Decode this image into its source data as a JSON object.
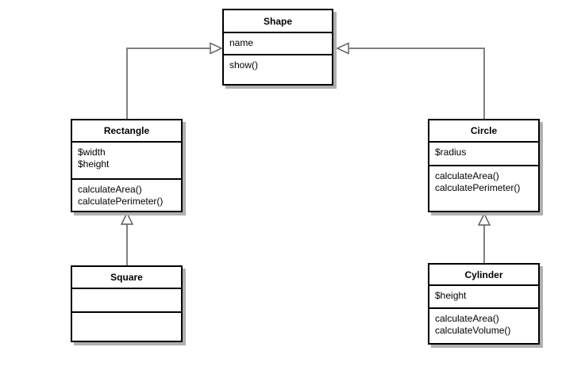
{
  "diagram": {
    "type": "uml-class-diagram",
    "colors": {
      "box_border": "#000000",
      "box_fill": "#ffffff",
      "shadow": "#b0b0b0",
      "connector_line": "#808080",
      "arrowhead_stroke": "#595959",
      "arrowhead_fill": "#ffffff",
      "text": "#000000",
      "background": "#ffffff"
    },
    "classes": [
      {
        "title": "Shape",
        "attributes": [
          "name"
        ],
        "methods": [
          "show()"
        ]
      },
      {
        "title": "Rectangle",
        "attributes": [
          "$width",
          "$height"
        ],
        "methods": [
          "calculateArea()",
          "calculatePerimeter()"
        ]
      },
      {
        "title": "Circle",
        "attributes": [
          "$radius"
        ],
        "methods": [
          "calculateArea()",
          "calculatePerimeter()"
        ]
      },
      {
        "title": "Square",
        "attributes": [],
        "methods": []
      },
      {
        "title": "Cylinder",
        "attributes": [
          "$height"
        ],
        "methods": [
          "calculateArea()",
          "calculateVolume()"
        ]
      }
    ],
    "relations": [
      {
        "from": "Rectangle",
        "to": "Shape",
        "type": "inheritance"
      },
      {
        "from": "Circle",
        "to": "Shape",
        "type": "inheritance"
      },
      {
        "from": "Square",
        "to": "Rectangle",
        "type": "inheritance"
      },
      {
        "from": "Cylinder",
        "to": "Circle",
        "type": "inheritance"
      }
    ]
  }
}
